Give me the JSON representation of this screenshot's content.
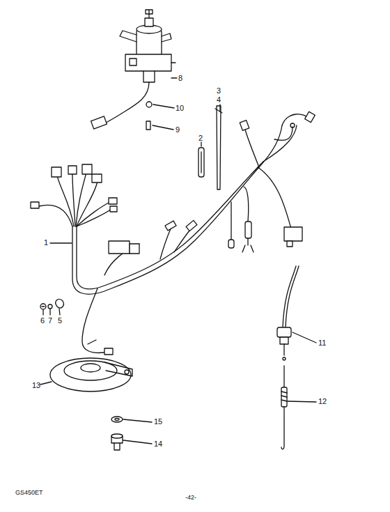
{
  "diagram": {
    "labels": [
      "8",
      "10",
      "9",
      "3",
      "4",
      "2",
      "1",
      "6",
      "7",
      "5",
      "11",
      "12",
      "13",
      "15",
      "14",
      "GS450ET",
      "-42-"
    ]
  }
}
